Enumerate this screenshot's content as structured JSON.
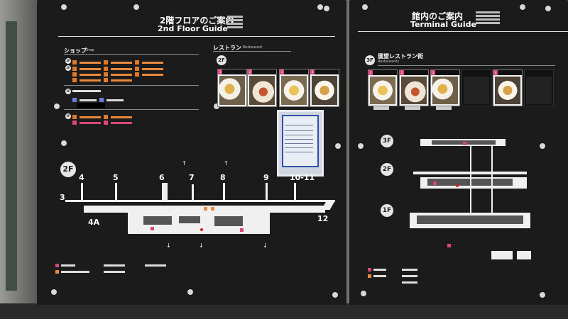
{
  "left_panel": {
    "title_jp": "2階フロアのご案内",
    "title_en": "2nd Floor Guide",
    "shop": {
      "heading_jp": "ショップ",
      "heading_en": "Shop"
    },
    "restaurant": {
      "heading_jp": "レストラン",
      "heading_en": "Restaurant",
      "floor": "2F"
    },
    "map": {
      "floor": "2F",
      "gate_numbers": [
        "3",
        "4",
        "4A",
        "5",
        "6",
        "7",
        "8",
        "9",
        "10-11",
        "12"
      ]
    }
  },
  "right_panel": {
    "title_jp": "館内のご案内",
    "title_en": "Terminal Guide",
    "restaurant": {
      "heading_jp": "展望レストラン街",
      "heading_en": "Restaurants",
      "floor": "3F"
    },
    "floors": [
      "3F",
      "2F",
      "1F"
    ]
  },
  "colors": {
    "shop_accent": "#e8893a",
    "restaurant_accent": "#d9467a",
    "panel_bg": "#1b1b1b"
  }
}
